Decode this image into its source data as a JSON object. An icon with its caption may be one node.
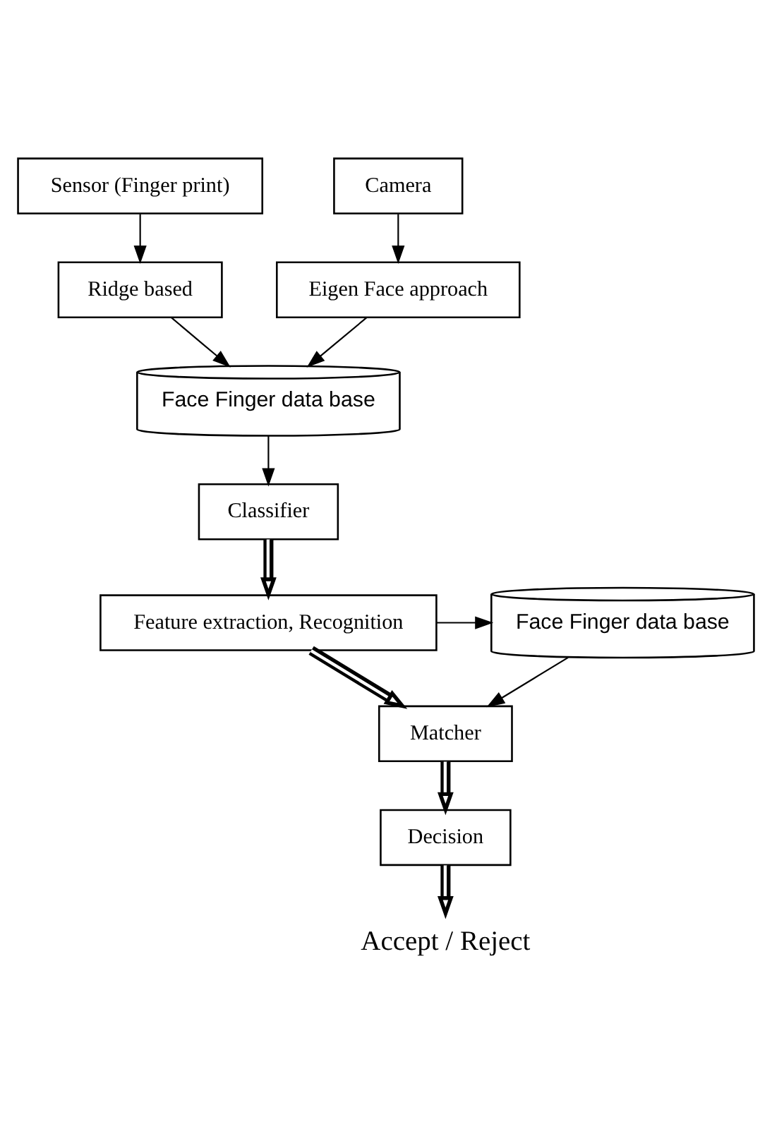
{
  "diagram": {
    "nodes": [
      {
        "text": [
          "Sensor (Finger print)"
        ]
      },
      {
        "text": [
          "Camera"
        ]
      },
      {
        "text": [
          "Ridge based"
        ]
      },
      {
        "text": [
          "Eigen Face approach"
        ]
      },
      {
        "text": [
          "Face Finger data base"
        ]
      },
      {
        "text": [
          "Classifier"
        ]
      },
      {
        "text": [
          "Feature extraction, Recognition"
        ]
      },
      {
        "text": [
          "Face Finger data base"
        ]
      },
      {
        "text": [
          "Matcher"
        ]
      },
      {
        "text": [
          "Decision"
        ]
      },
      {
        "text": [
          "Accept / Reject"
        ]
      }
    ],
    "edges": [
      {
        "from": 0,
        "to": 2,
        "arrow": "to"
      },
      {
        "from": 1,
        "to": 3,
        "arrow": "to"
      },
      {
        "from": 3,
        "to": 4,
        "arrow": "to"
      },
      {
        "from": 2,
        "to": 4,
        "arrow": "to"
      },
      {
        "from": 4,
        "to": 5,
        "arrow": "to"
      },
      {
        "from": 5,
        "to": 6,
        "arrow": "to",
        "style": "thick"
      },
      {
        "from": 6,
        "to": 7,
        "arrow": "to"
      },
      {
        "from": 6,
        "to": 8,
        "arrow": "to",
        "style": "thick"
      },
      {
        "from": 7,
        "to": 8,
        "arrow": "to"
      },
      {
        "from": 8,
        "to": 9,
        "arrow": "to",
        "style": "thick"
      },
      {
        "from": 9,
        "to": 10,
        "arrow": "to",
        "style": "thick"
      }
    ]
  }
}
